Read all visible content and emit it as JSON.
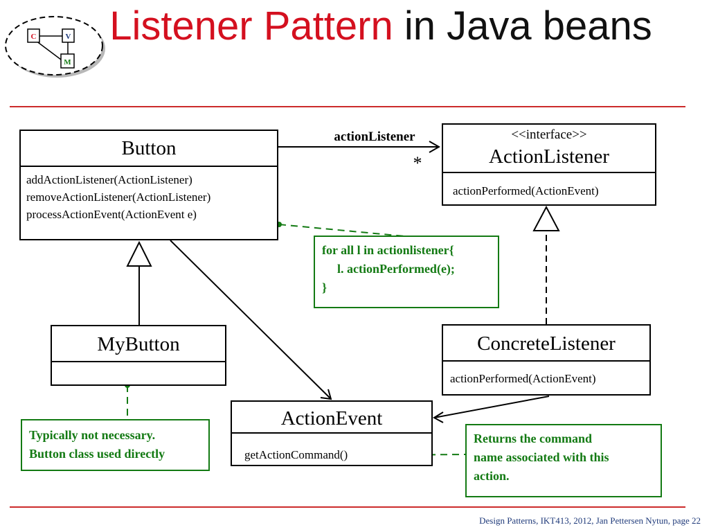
{
  "title": {
    "red": "Listener Pattern",
    "black": " in Java beans"
  },
  "logo": {
    "c": "C",
    "v": "V",
    "m": "M"
  },
  "classes": {
    "button": {
      "name": "Button",
      "ops": [
        "addActionListener(ActionListener)",
        "removeActionListener(ActionListener)",
        "processActionEvent(ActionEvent e)"
      ]
    },
    "action_listener": {
      "stereotype": "<<interface>>",
      "name": "ActionListener",
      "ops": [
        "actionPerformed(ActionEvent)"
      ]
    },
    "my_button": {
      "name": "MyButton"
    },
    "concrete_listener": {
      "name": "ConcreteListener",
      "ops": [
        "actionPerformed(ActionEvent)"
      ]
    },
    "action_event": {
      "name": "ActionEvent",
      "ops": [
        "getActionCommand()"
      ]
    }
  },
  "association": {
    "role": "actionListener",
    "multiplicity": "*"
  },
  "notes": {
    "loop": [
      "for all l in actionlistener{",
      "l. actionPerformed(e);",
      "}"
    ],
    "not_necessary": [
      "Typically not necessary.",
      "Button class used directly"
    ],
    "returns": [
      "Returns the command",
      "name associated with this",
      "action."
    ]
  },
  "colors": {
    "title_red": "#d4101f",
    "note_green": "#137a13",
    "rule_red": "#cc2a2a"
  },
  "footer": "Design Patterns, IKT413, 2012, Jan Pettersen Nytun,  page  22"
}
